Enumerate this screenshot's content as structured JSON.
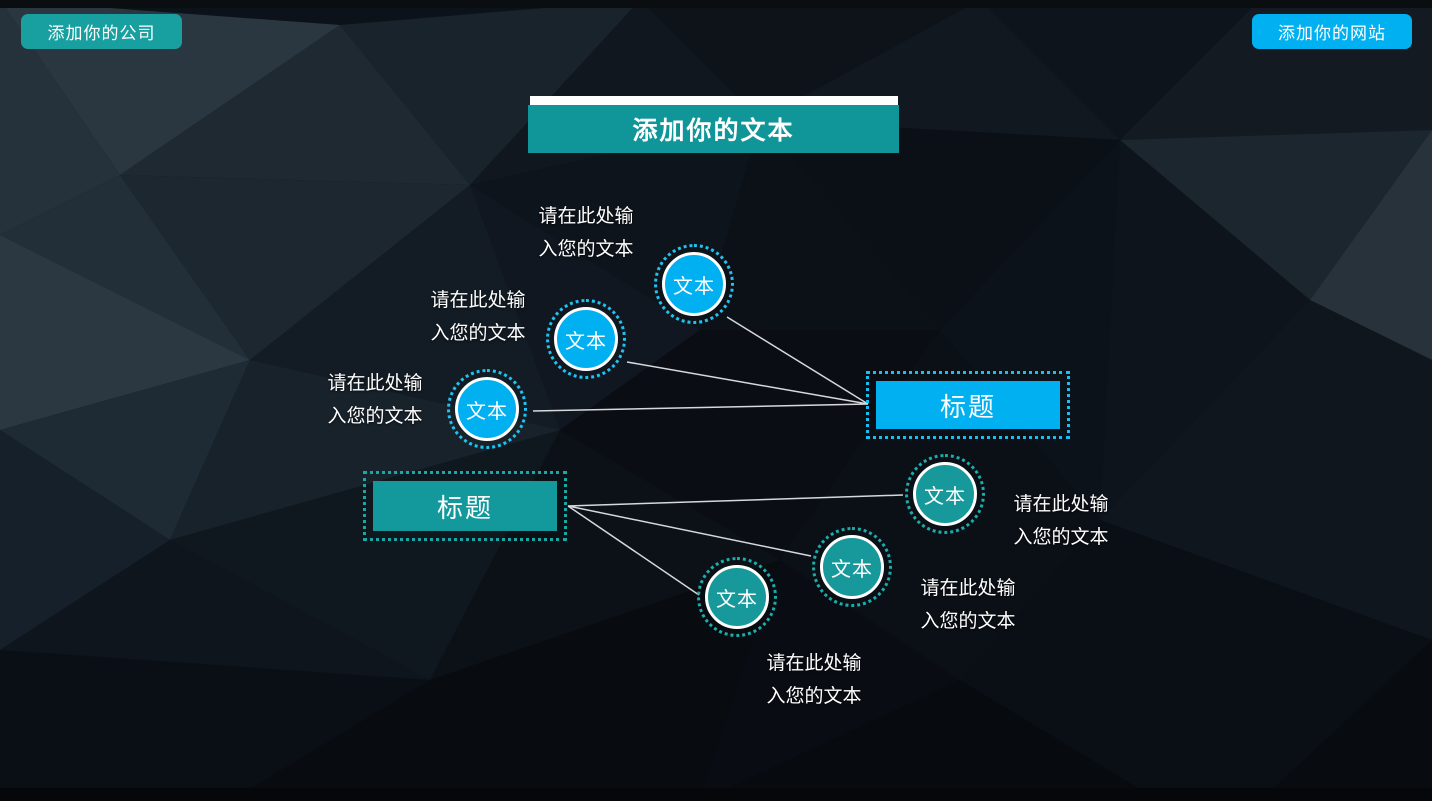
{
  "header": {
    "company_button": "添加你的公司",
    "website_button": "添加你的网站"
  },
  "title": {
    "text": "添加你的文本"
  },
  "diagram": {
    "right_title": "标题",
    "left_title": "标题",
    "nodes": [
      {
        "id": "blue-top",
        "label": "文本",
        "caption": [
          "请在此处输",
          "入您的文本"
        ]
      },
      {
        "id": "blue-middle",
        "label": "文本",
        "caption": [
          "请在此处输",
          "入您的文本"
        ]
      },
      {
        "id": "blue-bottom",
        "label": "文本",
        "caption": [
          "请在此处输",
          "入您的文本"
        ]
      },
      {
        "id": "teal-right",
        "label": "文本",
        "caption": [
          "请在此处输",
          "入您的文本"
        ]
      },
      {
        "id": "teal-middle",
        "label": "文本",
        "caption": [
          "请在此处输",
          "入您的文本"
        ]
      },
      {
        "id": "teal-left",
        "label": "文本",
        "caption": [
          "请在此处输",
          "入您的文本"
        ]
      }
    ]
  },
  "colors": {
    "accent_teal": "#17999b",
    "accent_azure": "#00b0f0",
    "title_bar_teal": "#109599",
    "connector_line": "#e8eaec",
    "text": "#ffffff"
  }
}
